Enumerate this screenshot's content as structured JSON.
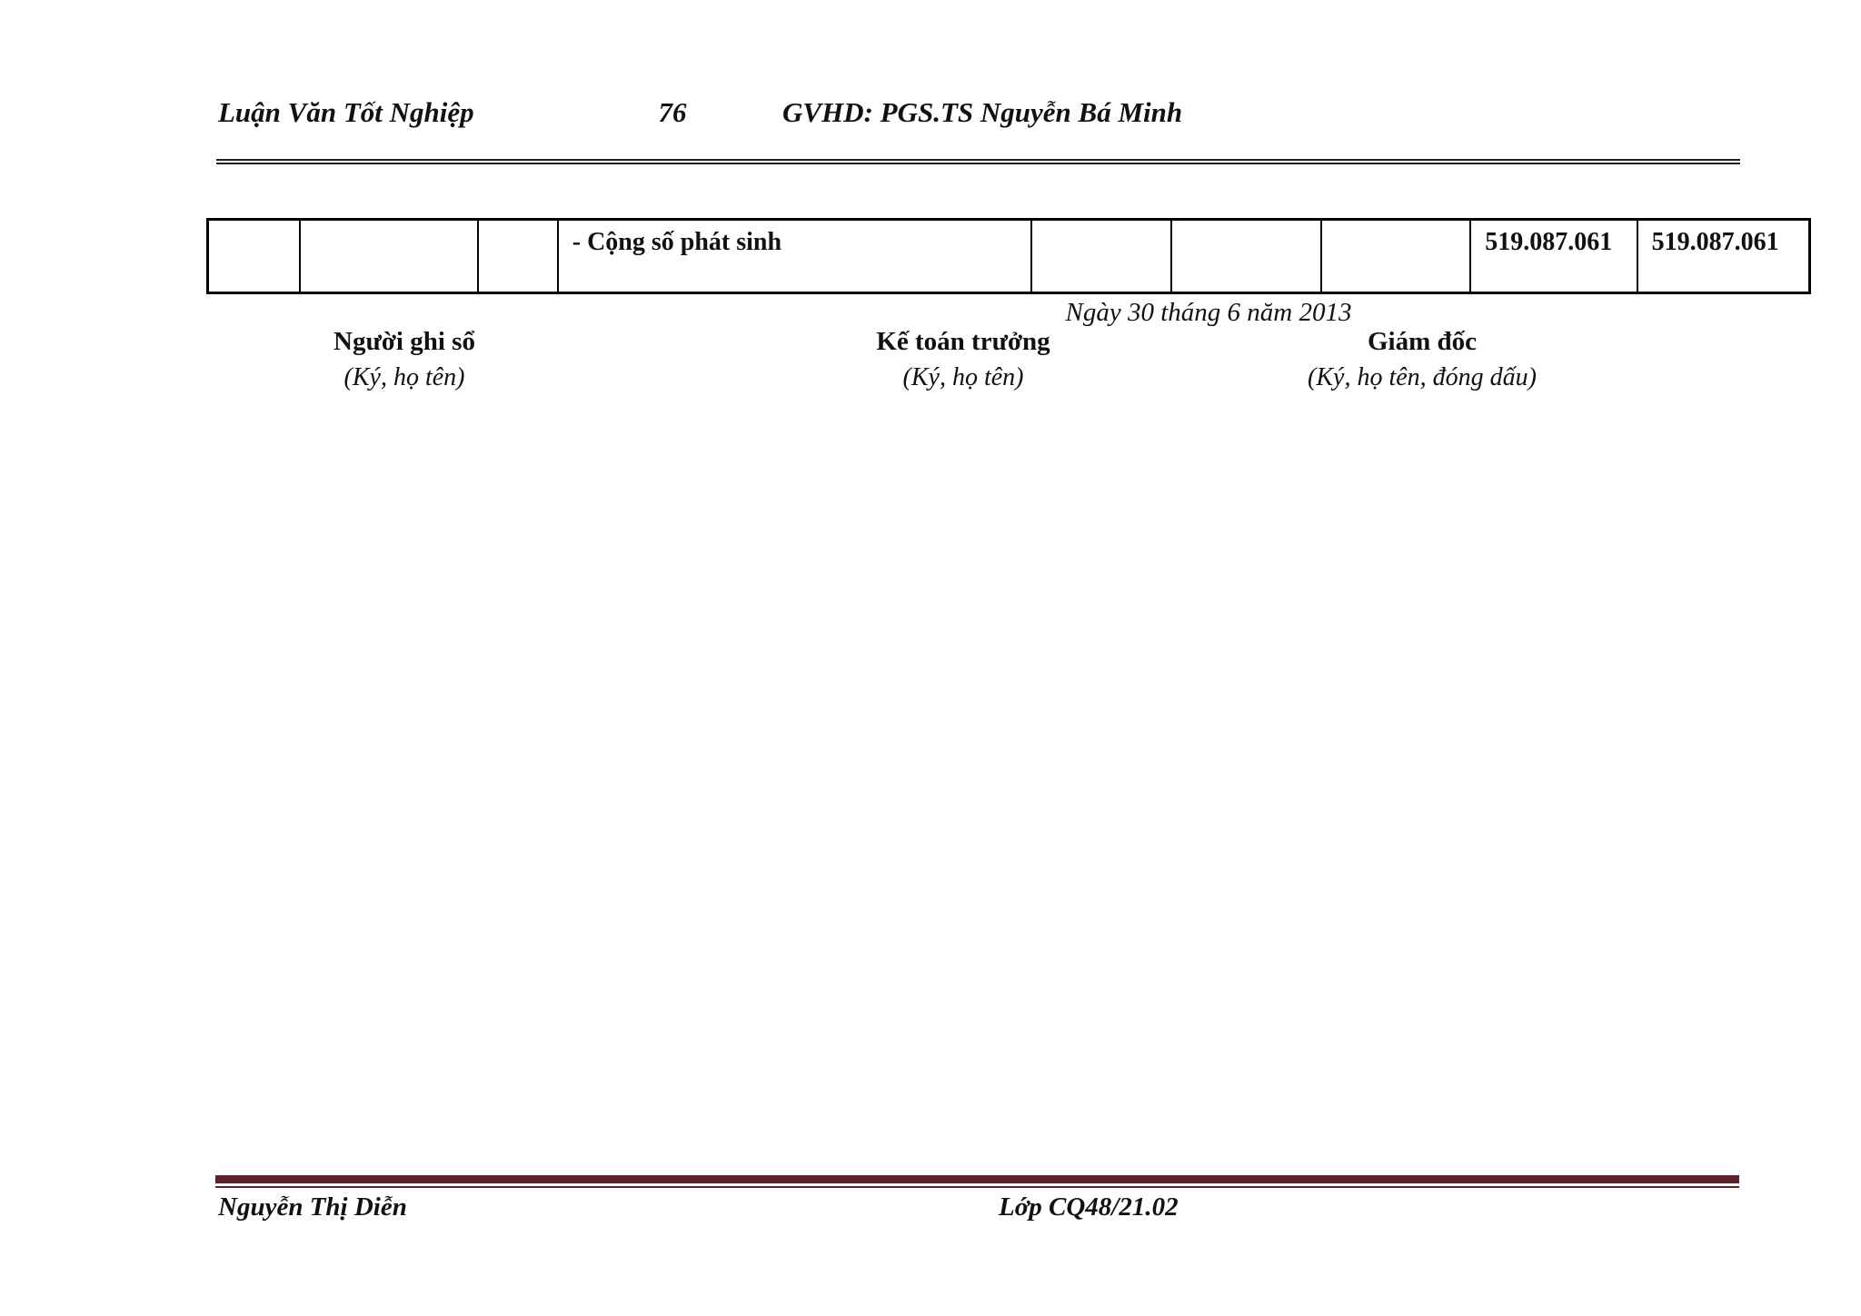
{
  "header": {
    "title": "Luận Văn Tốt Nghiệp",
    "page_number": "76",
    "advisor": "GVHD: PGS.TS Nguyễn Bá Minh"
  },
  "table": {
    "row": {
      "description": "- Cộng số phát sinh",
      "debit_total": "519.087.061",
      "credit_total": "519.087.061"
    }
  },
  "date_line": "Ngày 30 tháng 6 năm 2013",
  "signatures": [
    {
      "title": "Người ghi sổ",
      "note": "(Ký, họ tên)"
    },
    {
      "title": "Kế toán trưởng",
      "note": "(Ký, họ tên)"
    },
    {
      "title": "Giám đốc",
      "note": "(Ký, họ tên, đóng dấu)"
    }
  ],
  "footer": {
    "author": "Nguyễn Thị Diễn",
    "class_label": "Lớp CQ48/21.02"
  },
  "colors": {
    "header_rule": "#1F1F1F",
    "footer_rule": "#5E2129",
    "table_border": "#000000"
  }
}
